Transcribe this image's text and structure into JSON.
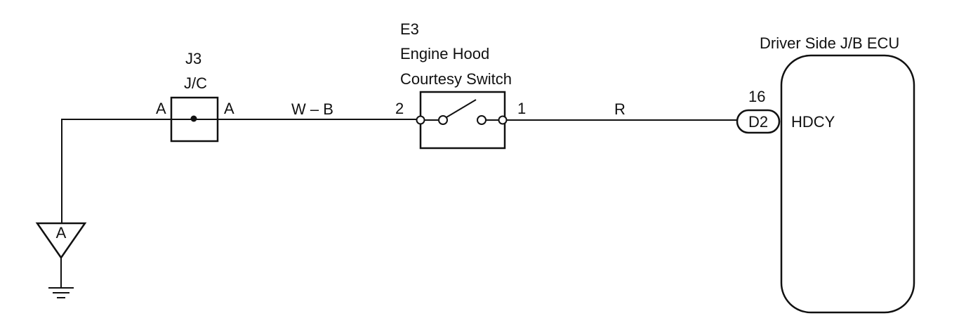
{
  "splice": {
    "code": "J3",
    "name": "J/C",
    "pin_left": "A",
    "pin_right": "A"
  },
  "wires": {
    "left_color": "W – B",
    "right_color": "R"
  },
  "switch": {
    "code": "E3",
    "name_line1": "Engine Hood",
    "name_line2": "Courtesy Switch",
    "pin_left": "2",
    "pin_right": "1"
  },
  "ecu": {
    "title": "Driver Side J/B ECU",
    "pin_number": "16",
    "connector": "D2",
    "terminal": "HDCY"
  },
  "ground_point": {
    "code": "A"
  },
  "colors": {
    "line": "#111111",
    "background": "#ffffff"
  }
}
